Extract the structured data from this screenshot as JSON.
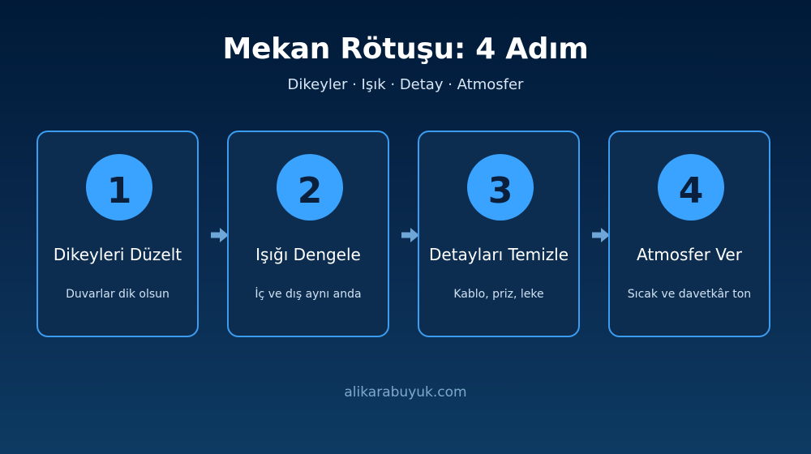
{
  "header": {
    "title": "Mekan Rötuşu: 4 Adım",
    "subtitle": "Dikeyler · Işık · Detay · Atmosfer"
  },
  "steps": [
    {
      "number": "1",
      "title": "Dikeyleri Düzelt",
      "description": "Duvarlar dik olsun"
    },
    {
      "number": "2",
      "title": "Işığı Dengele",
      "description": "İç ve dış aynı anda"
    },
    {
      "number": "3",
      "title": "Detayları Temizle",
      "description": "Kablo, priz, leke"
    },
    {
      "number": "4",
      "title": "Atmosfer Ver",
      "description": "Sıcak ve davetkâr ton"
    }
  ],
  "footer": {
    "text": "alikarabuyuk.com"
  },
  "colors": {
    "accent": "#3aa3ff",
    "card_border": "#3c9cf0",
    "card_fill": "#0c2d50",
    "arrow": "#6fa6d8",
    "background_top": "#001a38",
    "background_bottom": "#0d3a62"
  }
}
